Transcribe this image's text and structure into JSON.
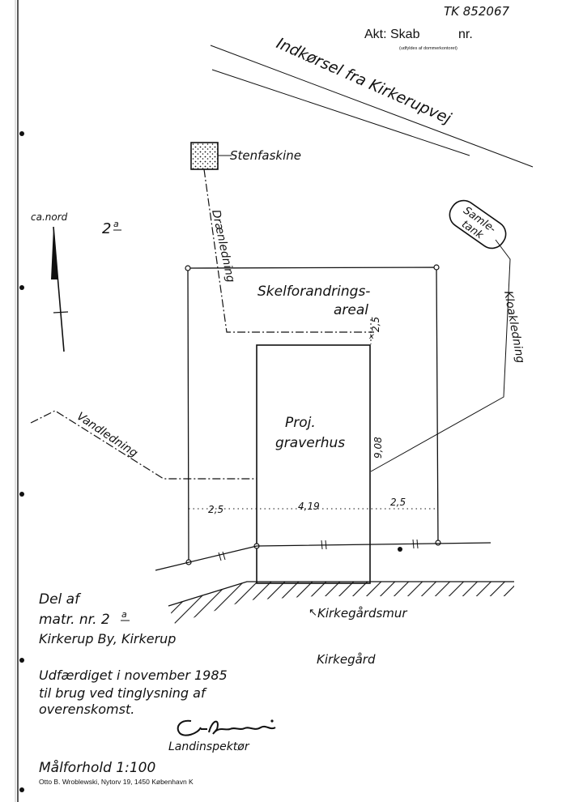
{
  "header": {
    "ref_number": "TK 852067",
    "akt_label": "Akt: Skab",
    "nr_label": "nr.",
    "note": "(udfyldes af dommerkontoret)"
  },
  "labels": {
    "driveway": "Indkørsel fra Kirkerupvej",
    "stone_drain": "Stenfaskine",
    "drain_pipe": "Drænledning",
    "north": "ca.nord",
    "parcel_top": "2",
    "parcel_top_sup": "a",
    "septic_tank": [
      "Samle-",
      "tank"
    ],
    "sewer_pipe": "Kloakledning",
    "boundary_area": [
      "Skelforandrings-",
      "areal"
    ],
    "dist_top": "2,5",
    "building": [
      "Proj.",
      "graverhus"
    ],
    "dist_side": "9,08",
    "water_pipe": "Vandledning",
    "dist_left": "2,5",
    "dist_mid": "4,19",
    "dist_right": "2,5",
    "church_wall": "Kirkegårdsmur",
    "churchyard": "Kirkegård"
  },
  "title_block": {
    "line1": "Del af",
    "line2": "matr. nr. 2",
    "line2_sup": "a",
    "line3": "Kirkerup By, Kirkerup",
    "prepared1": "Udfærdiget i november 1985",
    "prepared2": "til brug ved tinglysning af",
    "prepared3": "overenskomst.",
    "title": "Landinspektør",
    "scale": "Målforhold 1:100",
    "publisher": "Otto B. Wroblewski, Nytorv 19, 1450 København K"
  }
}
